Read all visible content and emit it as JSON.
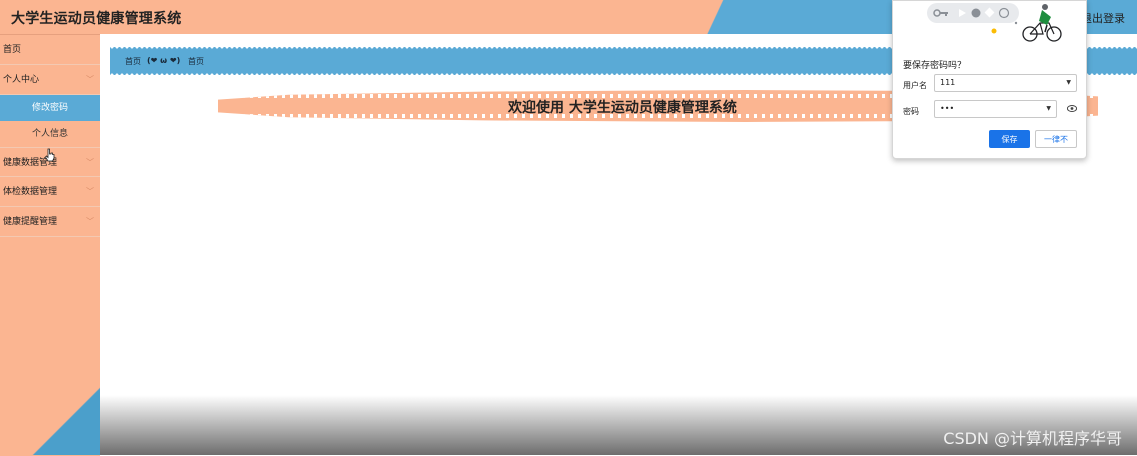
{
  "header": {
    "title": "大学生运动员健康管理系统",
    "logout": "退出登录"
  },
  "sidebar": {
    "items": [
      {
        "label": "首页"
      },
      {
        "label": "个人中心",
        "expanded": true,
        "children": [
          {
            "label": "修改密码",
            "active": true
          },
          {
            "label": "个人信息"
          }
        ]
      },
      {
        "label": "健康数据管理"
      },
      {
        "label": "体检数据管理"
      },
      {
        "label": "健康提醒管理"
      }
    ]
  },
  "breadcrumb": {
    "home": "首页",
    "emoticon": "(❤ ω ❤)",
    "current": "首页"
  },
  "welcome": {
    "text": "欢迎使用 大学生运动员健康管理系统"
  },
  "password_popup": {
    "question": "要保存密码吗？",
    "username_label": "用户名",
    "username_value": "111",
    "password_label": "密码",
    "password_value": "•••",
    "save_label": "保存",
    "never_label": "一律不"
  },
  "watermark": "CSDN @计算机程序华哥",
  "colors": {
    "accent_peach": "#fbb591",
    "accent_blue": "#5aaad6",
    "button_blue": "#1a73e8"
  }
}
